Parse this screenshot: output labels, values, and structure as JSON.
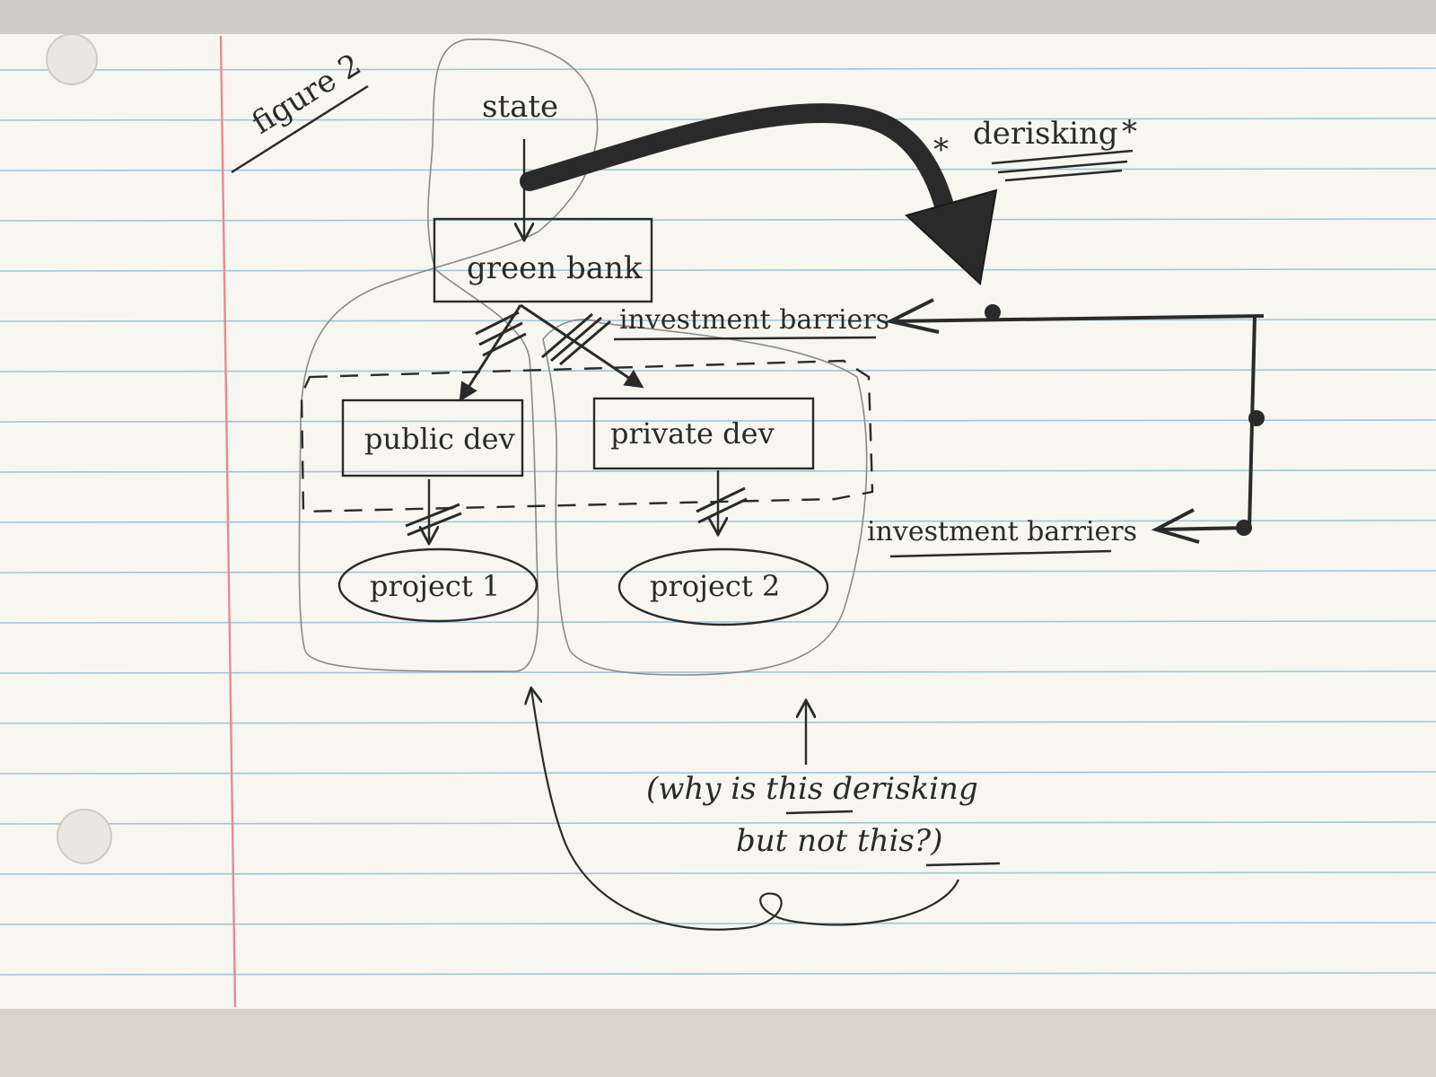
{
  "figure_label": "figure 2",
  "nodes": {
    "state": "state",
    "green_bank": "green bank",
    "public_dev": "public dev",
    "private_dev": "private dev",
    "project_1": "project 1",
    "project_2": "project 2"
  },
  "labels": {
    "derisking": "derisking",
    "derisking_star_left": "*",
    "derisking_star_right": "*",
    "investment_barriers_top": "investment barriers",
    "investment_barriers_bottom": "investment barriers"
  },
  "note": {
    "line1_prefix": "(why is ",
    "line1_this": "this",
    "line1_suffix": " derisking",
    "line2_prefix": "but not ",
    "line2_this": "this",
    "line2_suffix": "?)"
  },
  "colors": {
    "paper": "#f7f6f1",
    "rule_line": "#9cc7d8",
    "margin_line": "#e58a96",
    "ink": "#2a2a2a",
    "pencil": "#8a8a8a"
  }
}
